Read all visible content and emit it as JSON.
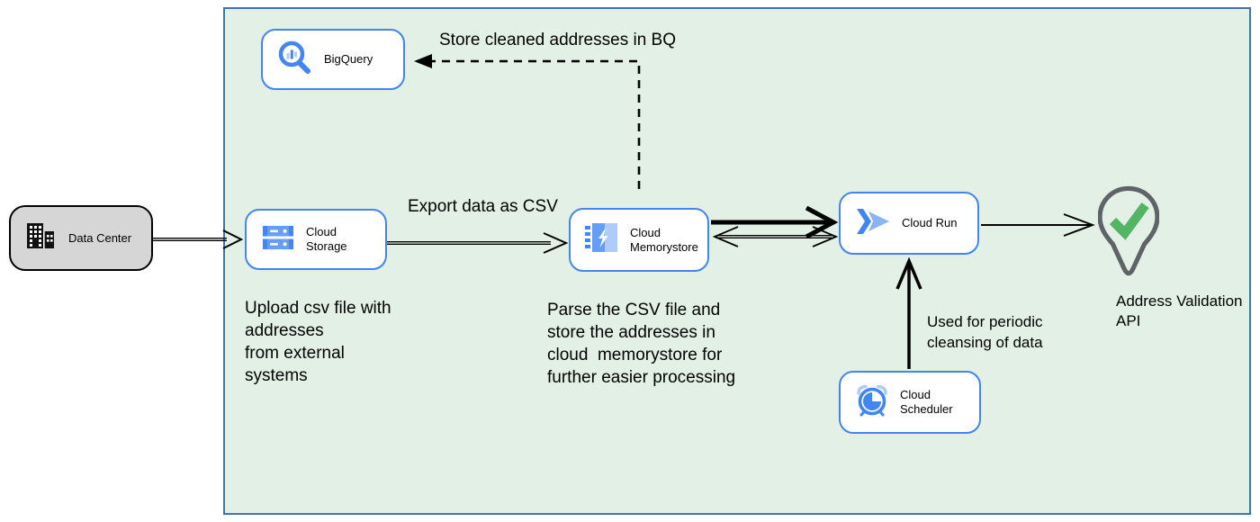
{
  "nodes": {
    "data_center": {
      "label": "Data Center"
    },
    "bigquery": {
      "label": "BigQuery"
    },
    "cloud_storage": {
      "label": "Cloud Storage"
    },
    "cloud_memorystore": {
      "label": "Cloud\nMemorystore"
    },
    "cloud_run": {
      "label": "Cloud Run"
    },
    "cloud_scheduler": {
      "label": "Cloud Scheduler"
    },
    "address_validation_api": {
      "label": "Address Validation\nAPI"
    }
  },
  "edge_labels": {
    "store_cleaned": "Store cleaned addresses in BQ",
    "export_csv": "Export data as CSV",
    "periodic_cleansing": "Used for periodic\ncleansing of data"
  },
  "notes": {
    "upload_csv": "Upload csv file with\naddresses\nfrom external\nsystems",
    "parse_csv": "Parse the CSV file and\nstore the addresses in\ncloud  memorystore for\nfurther easier processing"
  },
  "icons": {
    "data_center": "building-icon",
    "bigquery": "magnifier-barchart-icon",
    "cloud_storage": "storage-buckets-icon",
    "cloud_memorystore": "memory-chip-bolt-icon",
    "cloud_run": "run-chevrons-icon",
    "cloud_scheduler": "alarm-clock-icon",
    "address_validation_api": "location-pin-checkmark-icon"
  },
  "colors": {
    "node_border": "#4284f3",
    "icon_blue": "#4285f4",
    "icon_blue_mid": "#669df6",
    "icon_blue_light": "#aecbfa",
    "container_fill": "#e2f0e5",
    "container_border": "#3f74ad",
    "pin_outline": "#5f6368",
    "check_green": "#53b564",
    "data_center_fill": "#d6d6d6",
    "edge_black": "#000000"
  }
}
